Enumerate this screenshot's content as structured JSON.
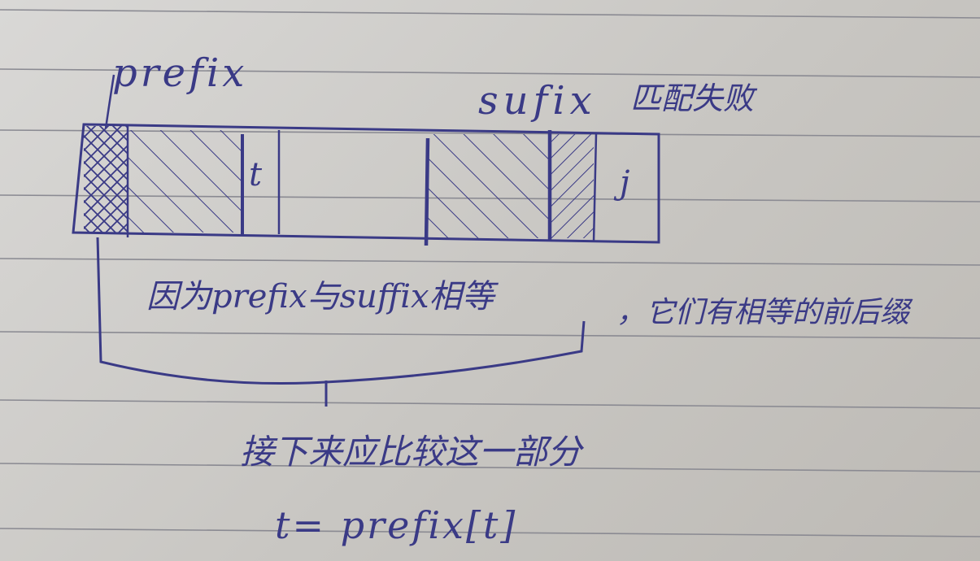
{
  "labels": {
    "prefix": "prefix",
    "suffix": "sufix",
    "mismatch": "匹配失败",
    "t_cell": "t",
    "j_cell": "j",
    "explanation_part1": "因为prefix与suffix相等",
    "explanation_part2": "，它们有相等的前后缀",
    "next_step": "接下来应比较这一部分",
    "formula": "t= prefix[t]"
  },
  "colors": {
    "ink": "#3a3a86",
    "rule_line": "#8a8a92",
    "paper": "#d6d5d2"
  }
}
